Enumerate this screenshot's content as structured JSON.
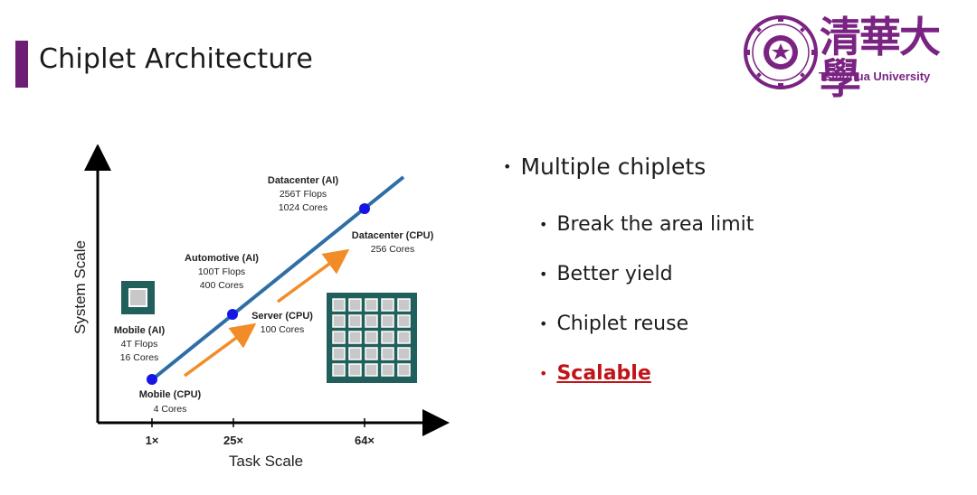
{
  "slide": {
    "title": "Chiplet Architecture"
  },
  "logo": {
    "name": "Tsinghua University",
    "cn": "清華大學"
  },
  "diagram": {
    "y_axis_label": "System Scale",
    "x_axis_label": "Task Scale",
    "x_ticks": [
      "1×",
      "25×",
      "64×"
    ],
    "points": [
      {
        "name": "Mobile (CPU)",
        "detail": [
          "4 Cores"
        ]
      },
      {
        "name": "Server (CPU)",
        "detail": [
          "100 Cores"
        ]
      },
      {
        "name": "Datacenter (AI)",
        "detail": [
          "256T Flops",
          "1024 Cores"
        ]
      }
    ],
    "annotations": [
      {
        "name": "Mobile (AI)",
        "detail": [
          "4T Flops",
          "16 Cores"
        ]
      },
      {
        "name": "Automotive (AI)",
        "detail": [
          "100T Flops",
          "400 Cores"
        ]
      },
      {
        "name": "Datacenter (CPU)",
        "detail": [
          "256 Cores"
        ]
      }
    ],
    "colors": {
      "line": "#2e6ea7",
      "point": "#1515e6",
      "arrow": "#f28c28",
      "chip": "#215f5d"
    }
  },
  "bullets": {
    "main": "Multiple chiplets",
    "sub": [
      "Break the area limit",
      "Better yield",
      "Chiplet reuse"
    ],
    "highlight": "Scalable"
  }
}
